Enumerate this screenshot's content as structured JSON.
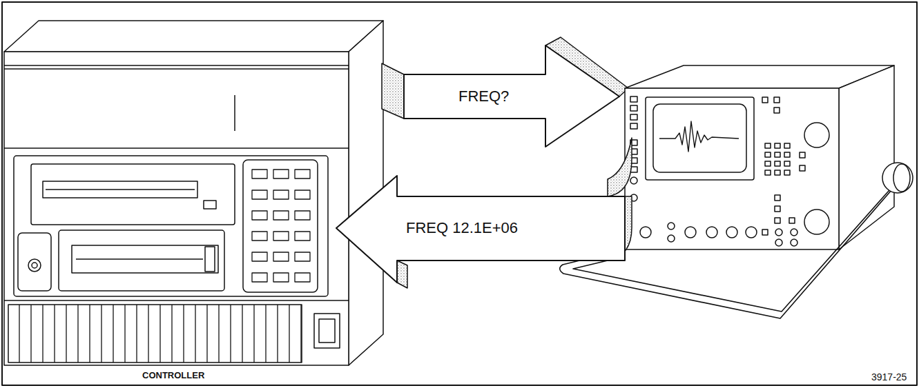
{
  "diagram": {
    "nodes": [
      {
        "text": [
          "CONTROLLER"
        ]
      }
    ],
    "labels": [
      "FREQ?",
      "FREQ 12.1E+06",
      "3917-25"
    ]
  }
}
